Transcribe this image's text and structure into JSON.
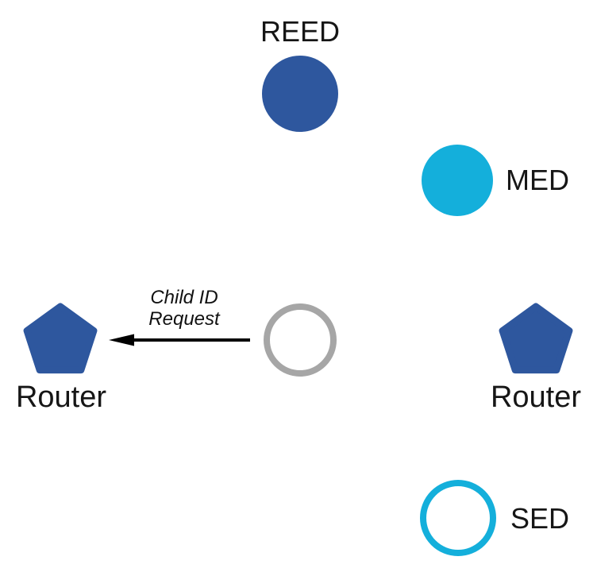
{
  "diagram": {
    "type": "network-topology",
    "background": "#ffffff",
    "colors": {
      "router_blue": "#2E579E",
      "cyan": "#14AFDB",
      "joining_gray": "#A6A6A6",
      "text": "#161616",
      "arrow": "#000000"
    },
    "nodes": [
      {
        "id": "reed",
        "label": "REED",
        "shape": "filled-circle",
        "color": "#2E579E",
        "label_position": "top"
      },
      {
        "id": "med",
        "label": "MED",
        "shape": "filled-circle",
        "color": "#14AFDB",
        "label_position": "right"
      },
      {
        "id": "router_left",
        "label": "Router",
        "shape": "pentagon",
        "color": "#2E579E",
        "label_position": "bottom"
      },
      {
        "id": "joining_device",
        "label": "",
        "shape": "outline-circle",
        "color": "#A6A6A6",
        "label_position": "none"
      },
      {
        "id": "router_right",
        "label": "Router",
        "shape": "pentagon",
        "color": "#2E579E",
        "label_position": "bottom"
      },
      {
        "id": "sed",
        "label": "SED",
        "shape": "outline-circle",
        "color": "#14AFDB",
        "label_position": "right"
      }
    ],
    "message_arrow": {
      "label_line1": "Child ID",
      "label_line2": "Request",
      "from": "joining_device",
      "to": "router_left",
      "direction": "left"
    }
  }
}
